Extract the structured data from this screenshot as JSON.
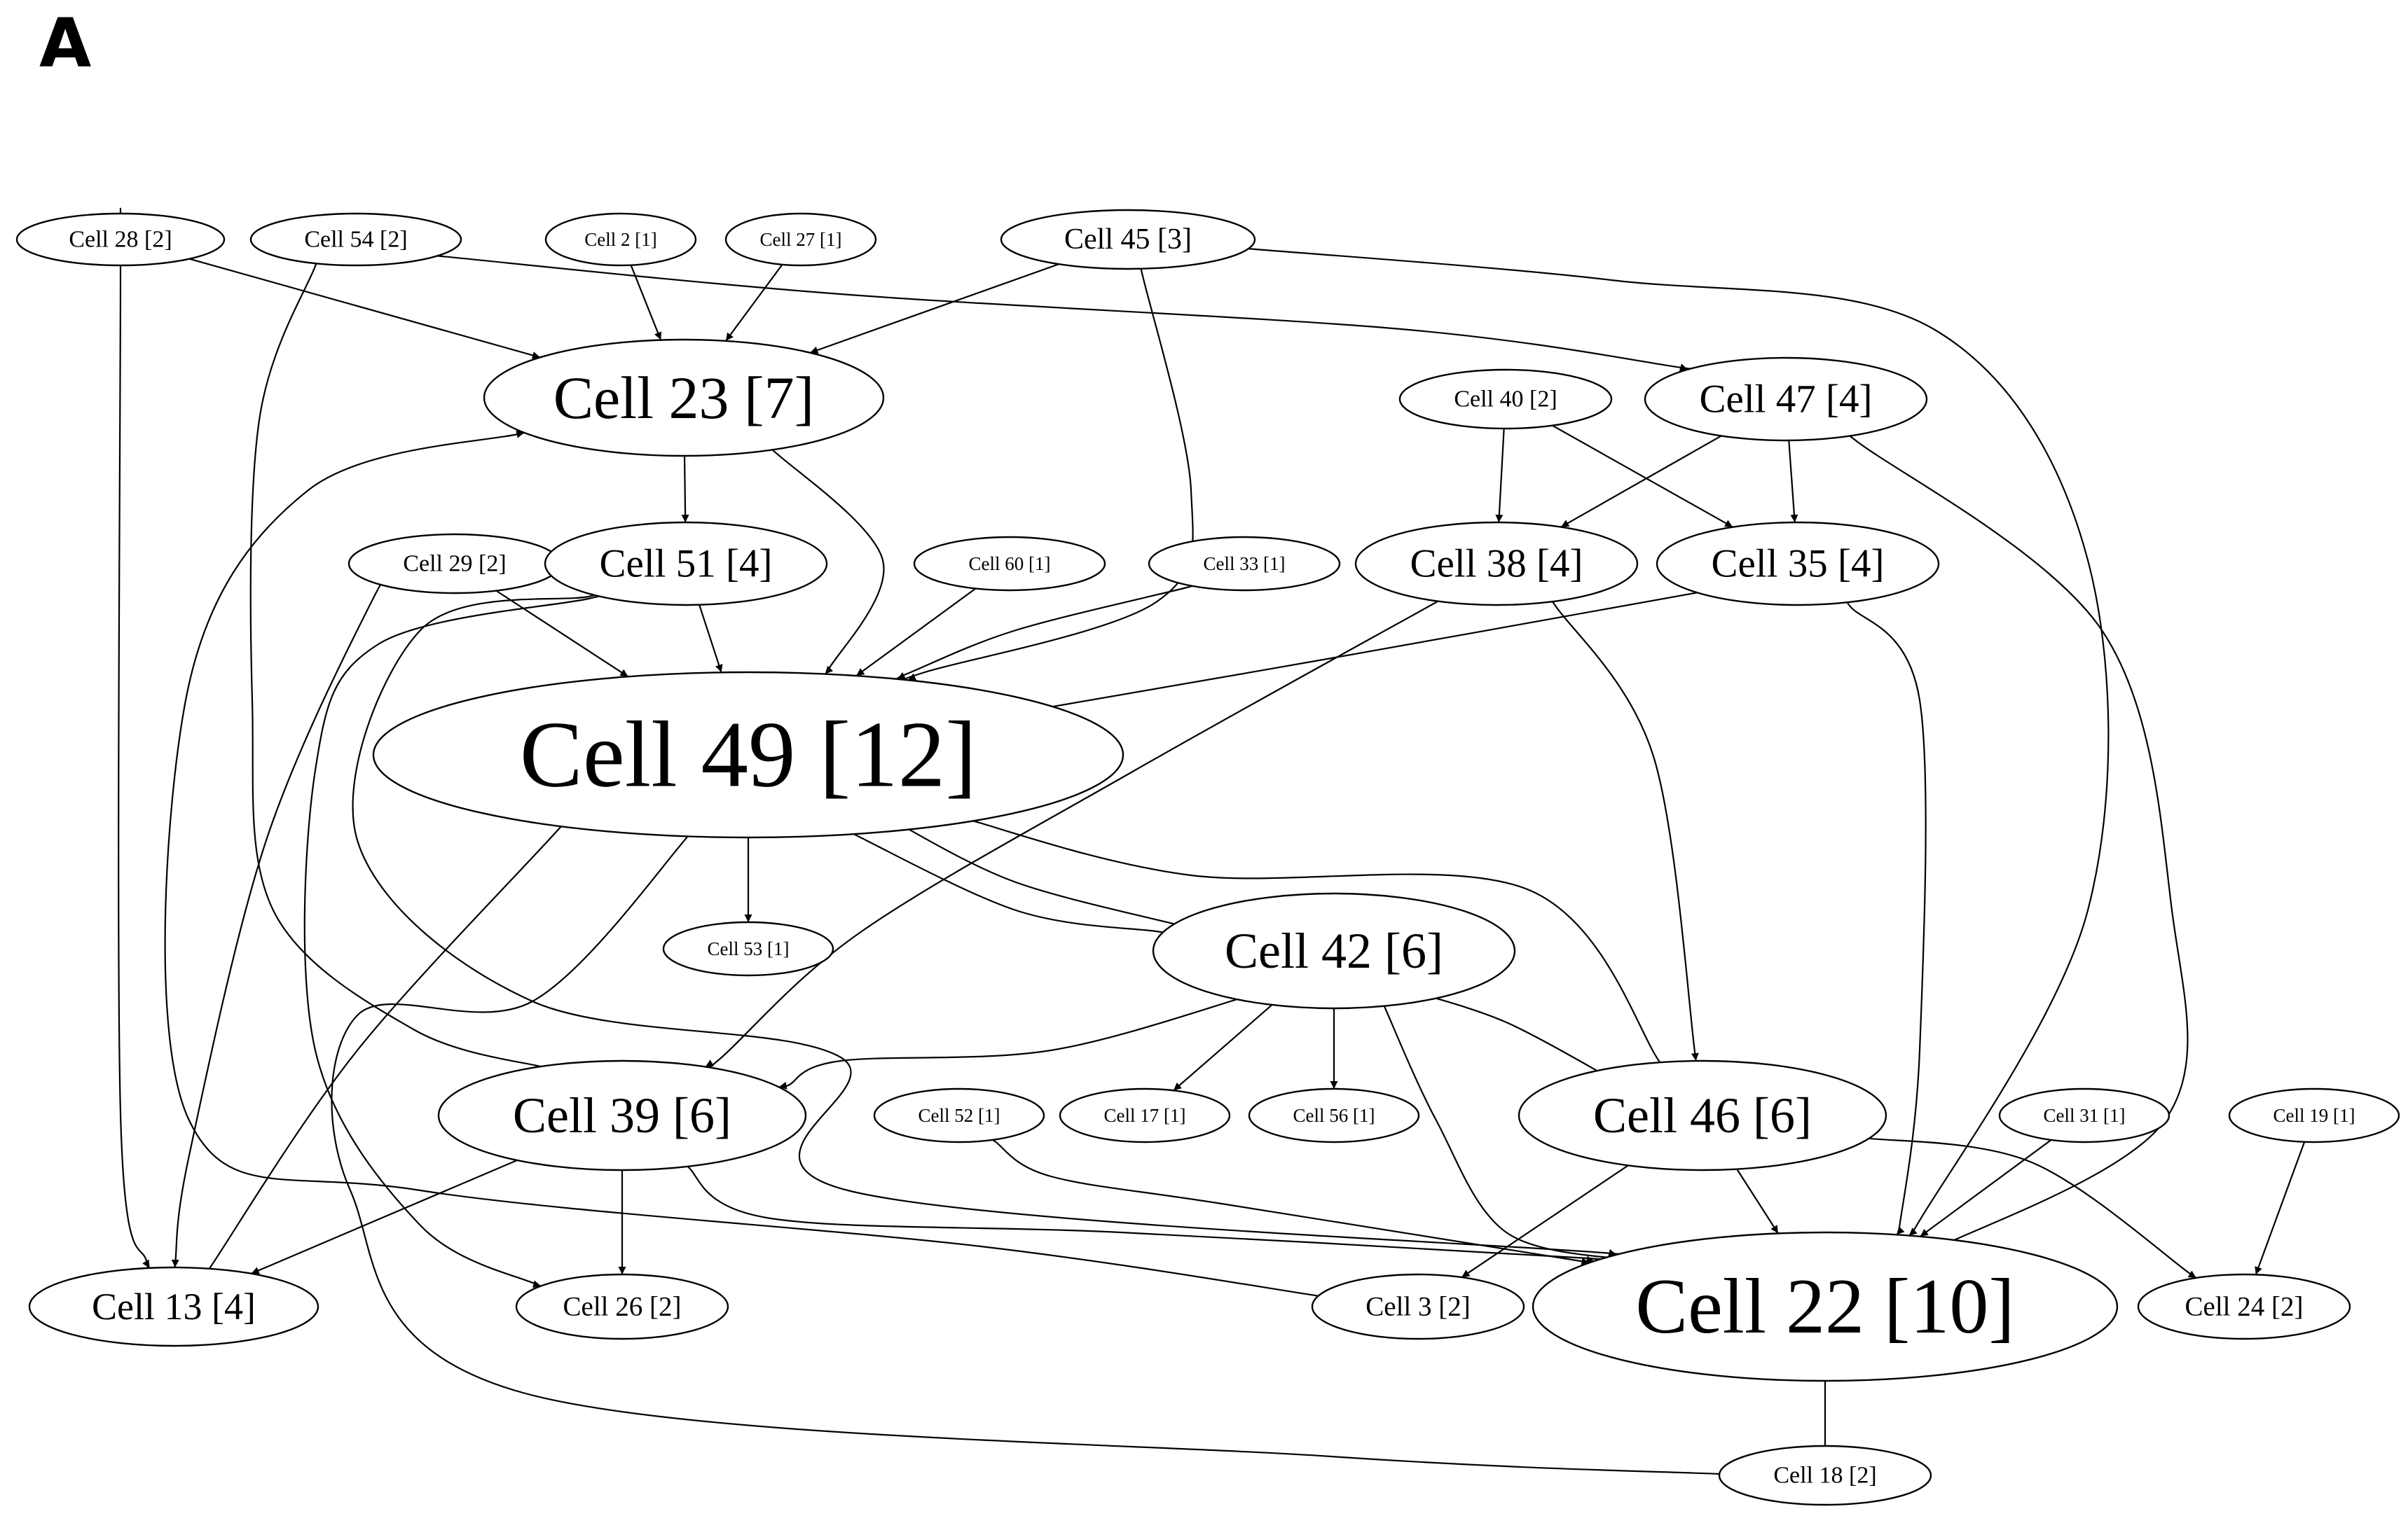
{
  "panel_label": "A",
  "graph": {
    "nodes": [
      {
        "id": "c28",
        "label": "Cell 28 [2]"
      },
      {
        "id": "c54",
        "label": "Cell 54 [2]"
      },
      {
        "id": "c2",
        "label": "Cell 2 [1]"
      },
      {
        "id": "c27",
        "label": "Cell 27 [1]"
      },
      {
        "id": "c45",
        "label": "Cell 45 [3]"
      },
      {
        "id": "c23",
        "label": "Cell 23 [7]"
      },
      {
        "id": "c40",
        "label": "Cell 40 [2]"
      },
      {
        "id": "c47",
        "label": "Cell 47 [4]"
      },
      {
        "id": "c29",
        "label": "Cell 29 [2]"
      },
      {
        "id": "c51",
        "label": "Cell 51 [4]"
      },
      {
        "id": "c60",
        "label": "Cell 60 [1]"
      },
      {
        "id": "c33",
        "label": "Cell 33 [1]"
      },
      {
        "id": "c38",
        "label": "Cell 38 [4]"
      },
      {
        "id": "c35",
        "label": "Cell 35 [4]"
      },
      {
        "id": "c49",
        "label": "Cell 49 [12]"
      },
      {
        "id": "c53",
        "label": "Cell 53 [1]"
      },
      {
        "id": "c42",
        "label": "Cell 42 [6]"
      },
      {
        "id": "c39",
        "label": "Cell 39 [6]"
      },
      {
        "id": "c52",
        "label": "Cell 52 [1]"
      },
      {
        "id": "c17",
        "label": "Cell 17 [1]"
      },
      {
        "id": "c56",
        "label": "Cell 56 [1]"
      },
      {
        "id": "c46",
        "label": "Cell 46 [6]"
      },
      {
        "id": "c31",
        "label": "Cell 31 [1]"
      },
      {
        "id": "c19",
        "label": "Cell 19 [1]"
      },
      {
        "id": "c13",
        "label": "Cell 13 [4]"
      },
      {
        "id": "c26",
        "label": "Cell 26 [2]"
      },
      {
        "id": "c3",
        "label": "Cell 3 [2]"
      },
      {
        "id": "c22",
        "label": "Cell 22 [10]"
      },
      {
        "id": "c24",
        "label": "Cell 24 [2]"
      },
      {
        "id": "c18",
        "label": "Cell 18 [2]"
      }
    ],
    "edges": [
      {
        "from": "c28",
        "to": "c23"
      },
      {
        "from": "c28",
        "to": "c13"
      },
      {
        "from": "c54",
        "to": "c47"
      },
      {
        "from": "c54",
        "to": "c39"
      },
      {
        "from": "c2",
        "to": "c23"
      },
      {
        "from": "c27",
        "to": "c23"
      },
      {
        "from": "c45",
        "to": "c23"
      },
      {
        "from": "c45",
        "to": "c49"
      },
      {
        "from": "c45",
        "to": "c22"
      },
      {
        "from": "c23",
        "to": "c51"
      },
      {
        "from": "c23",
        "to": "c49"
      },
      {
        "from": "c3",
        "to": "c23"
      },
      {
        "from": "c40",
        "to": "c38"
      },
      {
        "from": "c40",
        "to": "c35"
      },
      {
        "from": "c47",
        "to": "c38"
      },
      {
        "from": "c47",
        "to": "c35"
      },
      {
        "from": "c47",
        "to": "c22"
      },
      {
        "from": "c29",
        "to": "c49"
      },
      {
        "from": "c29",
        "to": "c13"
      },
      {
        "from": "c51",
        "to": "c49"
      },
      {
        "from": "c51",
        "to": "c26"
      },
      {
        "from": "c51",
        "to": "c22"
      },
      {
        "from": "c60",
        "to": "c49"
      },
      {
        "from": "c33",
        "to": "c49"
      },
      {
        "from": "c38",
        "to": "c39"
      },
      {
        "from": "c38",
        "to": "c46"
      },
      {
        "from": "c35",
        "to": "c49"
      },
      {
        "from": "c35",
        "to": "c22"
      },
      {
        "from": "c49",
        "to": "c53"
      },
      {
        "from": "c49",
        "to": "c42"
      },
      {
        "from": "c42",
        "to": "c49"
      },
      {
        "from": "c46",
        "to": "c49"
      },
      {
        "from": "c13",
        "to": "c49"
      },
      {
        "from": "c18",
        "to": "c49"
      },
      {
        "from": "c42",
        "to": "c39"
      },
      {
        "from": "c42",
        "to": "c17"
      },
      {
        "from": "c42",
        "to": "c56"
      },
      {
        "from": "c42",
        "to": "c46"
      },
      {
        "from": "c42",
        "to": "c22"
      },
      {
        "from": "c39",
        "to": "c13"
      },
      {
        "from": "c39",
        "to": "c26"
      },
      {
        "from": "c39",
        "to": "c22"
      },
      {
        "from": "c52",
        "to": "c22"
      },
      {
        "from": "c46",
        "to": "c3"
      },
      {
        "from": "c46",
        "to": "c22"
      },
      {
        "from": "c46",
        "to": "c24"
      },
      {
        "from": "c31",
        "to": "c22"
      },
      {
        "from": "c19",
        "to": "c24"
      },
      {
        "from": "c22",
        "to": "c18"
      }
    ]
  }
}
